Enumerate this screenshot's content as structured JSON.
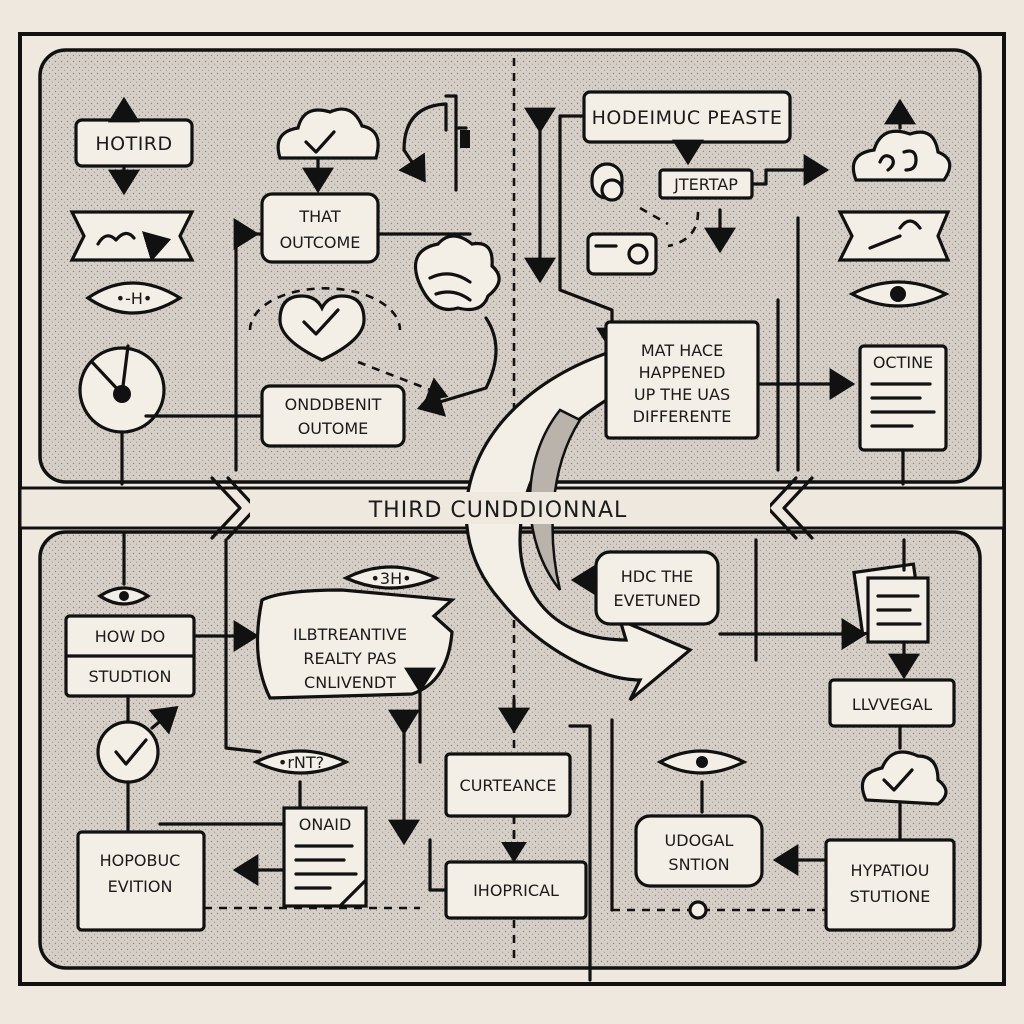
{
  "banner": {
    "title": "THIRD CUNDDIONNAL"
  },
  "top_left": {
    "hotird": "HOTIRD",
    "that_outcome_1": "THAT",
    "that_outcome_2": "OUTCOME",
    "onddbenit_1": "ONDDBENIT",
    "onddbenit_2": "OUTOME",
    "eye_tag": "•-H•"
  },
  "top_right": {
    "hodeimuc": "HODEIMUC PEASTE",
    "jtertap": "JTERTAP",
    "mat_hace_1": "MAT HACE",
    "mat_hace_2": "HAPPENED",
    "mat_hace_3": "UP THE UAS",
    "mat_hace_4": "DIFFERENTE",
    "octine": "OCTINE"
  },
  "bottom_left": {
    "how_do_1": "HOW DO",
    "how_do_2": "STUDTION",
    "ilbtre_1": "ILBTREANTIVE",
    "ilbtre_2": "REALTY PAS",
    "ilbtre_3": "CNLIVENDT",
    "eye_tag_2": "•3H•",
    "rnt_tag": "•rNT?",
    "onaid": "ONAID",
    "hopobuc_1": "HOPOBUC",
    "hopobuc_2": "EVITION",
    "curtence": "CURTEANCE",
    "ihoprical": "IHOPRICAL"
  },
  "bottom_right": {
    "hdc_1": "HDC THE",
    "hdc_2": "EVETUNED",
    "llvvegal": "LLVVEGAL",
    "uddgal_1": "UDOGAL",
    "uddgal_2": "SNTION",
    "hypatiou_1": "HYPATIOU",
    "hypatiou_2": "STUTIONE"
  },
  "colors": {
    "background": "#efe8df",
    "panel": "#d9d2ca",
    "ink": "#111111",
    "arrow_shade": "#b9b3ab"
  }
}
